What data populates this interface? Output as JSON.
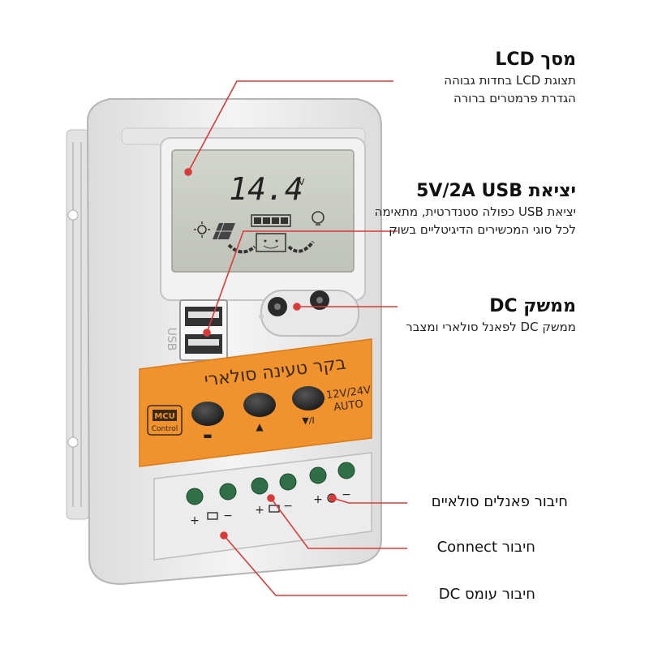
{
  "device": {
    "lcd_reading": "14.4",
    "lcd_unit": "V",
    "panel_title": "בקר טעינה סולארי",
    "voltage_line1": "12V/24V",
    "voltage_line2": "AUTO",
    "mcu_badge_line1": "MCU",
    "mcu_badge_line2": "Control",
    "usb_side_label": "USB",
    "button_marks": [
      "▬",
      "▲",
      "▼/I"
    ],
    "terminal_marks": [
      "+",
      "−",
      "+",
      "−",
      "+",
      "−"
    ],
    "colors": {
      "accent": "#f0922e",
      "body": "#ececec",
      "lcd": "#c9ccc2",
      "leader": "#d83a3a"
    },
    "icons": [
      "sun-icon",
      "solar-panel-icon",
      "battery-icon",
      "bulb-icon"
    ]
  },
  "callouts": {
    "lcd": {
      "title": "מסך LCD",
      "lines": [
        "תצוגת LCD בחדות גבוהה",
        "הגדרת פרמטרים ברורה"
      ]
    },
    "usb": {
      "title": "יציאת 5V/2A USB",
      "lines": [
        "יציאת USB כפולה סטנדרטית, מתאימה",
        "לכל סוגי המכשירים הדיגיטליים בשוק"
      ]
    },
    "dc": {
      "title": "ממשק DC",
      "lines": [
        "ממשק DC לפאנל סולארי ומצבר"
      ]
    }
  },
  "labels": {
    "solar": "חיבור פאנלים סולאיים",
    "connect": "חיבור Connect",
    "load": "חיבור עומס DC"
  }
}
